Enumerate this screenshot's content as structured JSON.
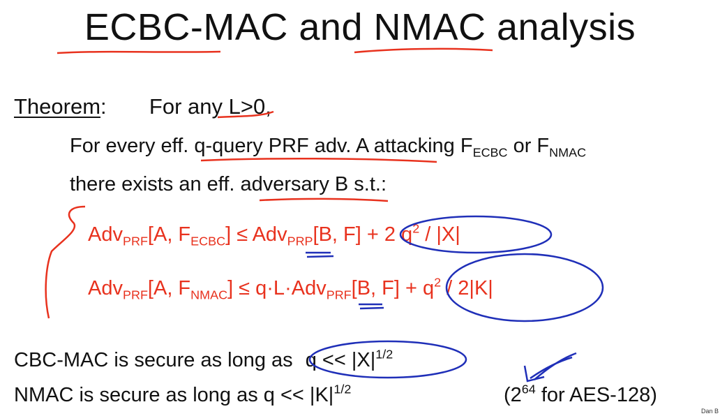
{
  "title": "ECBC-MAC and NMAC analysis",
  "theorem": {
    "label": "Theorem",
    "colon": ":",
    "for_any": "For any L>0,",
    "line2": {
      "pre": "For every eff. q-query PRF adv. A attacking F",
      "sub1": "ECBC",
      "mid": " or F",
      "sub2": "NMAC"
    },
    "line3": "there exists an eff. adversary B  s.t.:"
  },
  "eq1": {
    "adv": "Adv",
    "sub_prf": "PRF",
    "arg_open": "[A, F",
    "sub_f": "ECBC",
    "arg_close": "] ≤ ",
    "adv2": "Adv",
    "sub_prp": "PRP",
    "rhs": "[B, F]  + 2 q",
    "sup2": "2",
    "tail": " / |X|"
  },
  "eq2": {
    "adv": "Adv",
    "sub_prf": "PRF",
    "arg_open": "[A, F",
    "sub_f": "NMAC",
    "arg_close": "] ≤  q·L·",
    "adv2": "Adv",
    "sub_prf2": "PRF",
    "rhs": "[B, F]  + q",
    "sup2": "2",
    "tail": " / 2|K|"
  },
  "cbc": {
    "text": "CBC-MAC is secure as long as ",
    "expr": "q  <<  |X|",
    "exp": "1/2"
  },
  "nmac": {
    "text": "NMAC is secure as long as   q  <<  |K|",
    "exp": "1/2"
  },
  "aes": {
    "open": "(2",
    "exp": "64",
    "rest": " for AES-128)"
  },
  "footer": "Dan B"
}
